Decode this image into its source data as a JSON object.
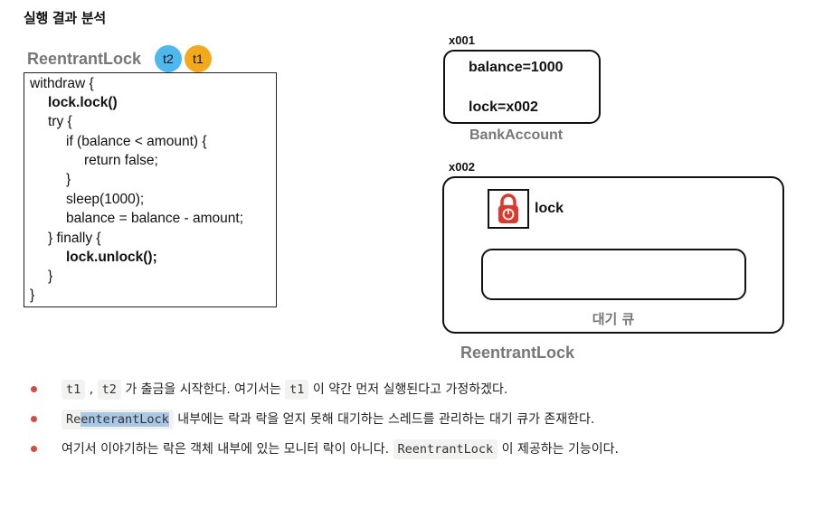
{
  "section_title": "실행 결과 분석",
  "reentrant_lock_label": "ReentrantLock",
  "threads": [
    {
      "label": "t2",
      "color": "#4db8ee"
    },
    {
      "label": "t1",
      "color": "#f4a91b"
    }
  ],
  "code_lines": [
    {
      "text": "withdraw {",
      "bold": false
    },
    {
      "text": "lock.lock()",
      "bold": true
    },
    {
      "text": "try {",
      "bold": false
    },
    {
      "text": "if (balance < amount) {",
      "bold": false
    },
    {
      "text": "return false;",
      "bold": false
    },
    {
      "text": "}",
      "bold": false
    },
    {
      "text": "sleep(1000);",
      "bold": false
    },
    {
      "text": "balance = balance - amount;",
      "bold": false
    },
    {
      "text": "} finally {",
      "bold": false
    },
    {
      "text": "lock.unlock();",
      "bold": true
    },
    {
      "text": "}",
      "bold": false
    },
    {
      "text": "}",
      "bold": false
    }
  ],
  "bank_account": {
    "address": "x001",
    "fields": [
      "balance=1000",
      "lock=x002"
    ],
    "label": "BankAccount"
  },
  "reentrant_lock_obj": {
    "address": "x002",
    "lock_label": "lock",
    "queue_label": "대기 큐",
    "label": "ReentrantLock",
    "lock_icon": "padlock-icon",
    "lock_icon_color": "#e0372b"
  },
  "bullets": {
    "b1": {
      "code_t1": "t1",
      "sep": ",",
      "code_t2": "t2",
      "text1": "가 출금을 시작한다. 여기서는",
      "code_t1_again": "t1",
      "text2": "이 약간 먼저 실행된다고 가정하겠다."
    },
    "b2": {
      "code_prefix": "Re",
      "code_highlight": "enterantLock",
      "text": "내부에는 락과 락을 얻지 못해 대기하는 스레드를 관리하는 대기 큐가 존재한다."
    },
    "b3": {
      "text1": "여기서 이야기하는 락은 객체 내부에 있는 모니터 락이 아니다.",
      "code": "ReentrantLock",
      "text2": "이 제공하는 기능이다."
    }
  },
  "colors": {
    "bullet": "#d74a3f",
    "gray_label": "#777777",
    "highlight": "#a9c8e6"
  }
}
